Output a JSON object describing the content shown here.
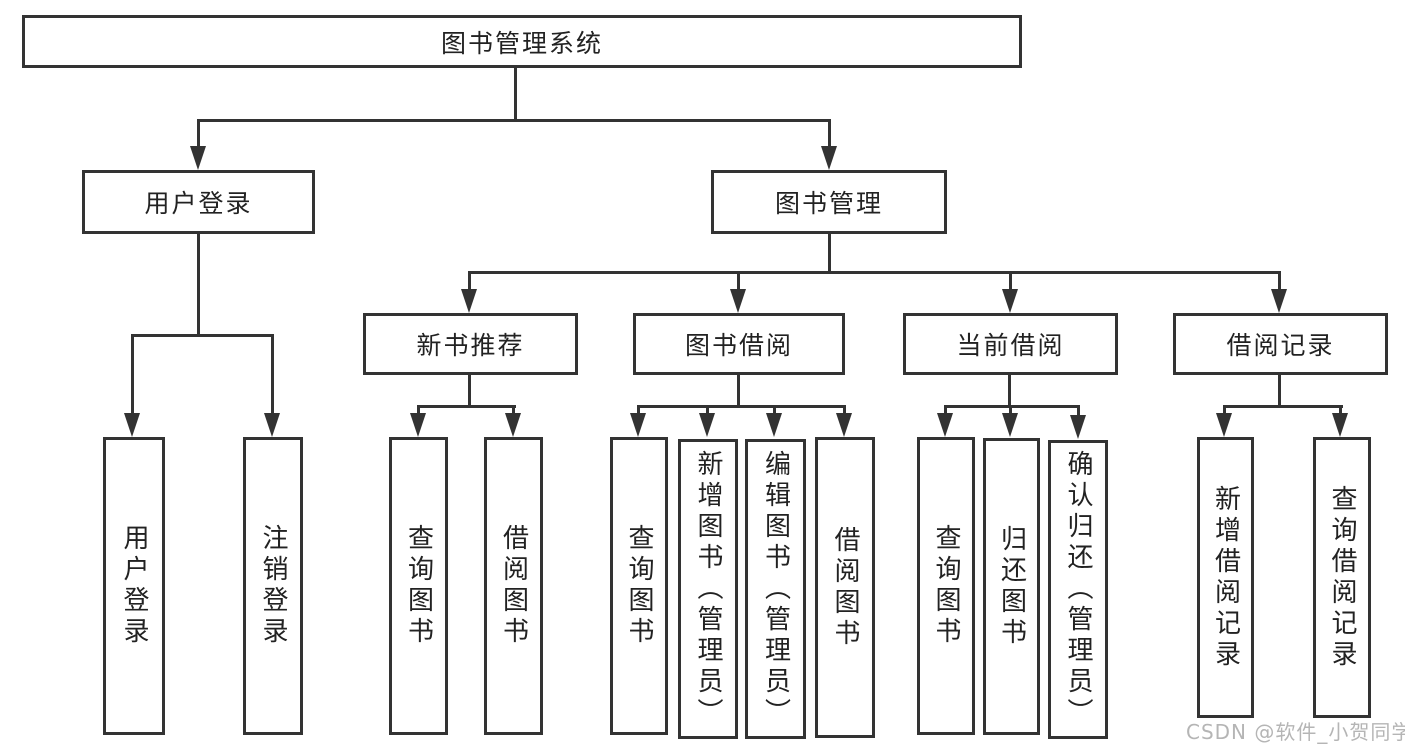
{
  "title": "图书管理系统",
  "watermark": "CSDN @软件_小贺同学",
  "colors": {
    "line": "#333333",
    "box_border": "#333333",
    "text": "#222222",
    "watermark": "#b5b5b5",
    "background": "#ffffff"
  },
  "nodes": {
    "root": "图书管理系统",
    "userLogin": "用户登录",
    "bookMgmt": "图书管理",
    "newBookRec": "新书推荐",
    "bookBorrow": "图书借阅",
    "currentBorrow": "当前借阅",
    "borrowRecords": "借阅记录",
    "leafUserLogin": "用户登录",
    "leafLogout": "注销登录",
    "recQueryBook": "查询图书",
    "recBorrowBook": "借阅图书",
    "bbQueryBook": "查询图书",
    "bbAddBook": "新增图书（管理员）",
    "bbEditBook": "编辑图书（管理员）",
    "bbBorrowBook": "借阅图书",
    "cbQueryBook": "查询图书",
    "cbReturnBook": "归还图书",
    "cbConfirmReturn": "确认归还（管理员）",
    "brAddRecord": "新增借阅记录",
    "brQueryRecord": "查询借阅记录"
  },
  "tree": {
    "label": "图书管理系统",
    "children": [
      {
        "label": "用户登录",
        "children": [
          {
            "label": "用户登录"
          },
          {
            "label": "注销登录"
          }
        ]
      },
      {
        "label": "图书管理",
        "children": [
          {
            "label": "新书推荐",
            "children": [
              {
                "label": "查询图书"
              },
              {
                "label": "借阅图书"
              }
            ]
          },
          {
            "label": "图书借阅",
            "children": [
              {
                "label": "查询图书"
              },
              {
                "label": "新增图书（管理员）"
              },
              {
                "label": "编辑图书（管理员）"
              },
              {
                "label": "借阅图书"
              }
            ]
          },
          {
            "label": "当前借阅",
            "children": [
              {
                "label": "查询图书"
              },
              {
                "label": "归还图书"
              },
              {
                "label": "确认归还（管理员）"
              }
            ]
          },
          {
            "label": "借阅记录",
            "children": [
              {
                "label": "新增借阅记录"
              },
              {
                "label": "查询借阅记录"
              }
            ]
          }
        ]
      }
    ]
  }
}
